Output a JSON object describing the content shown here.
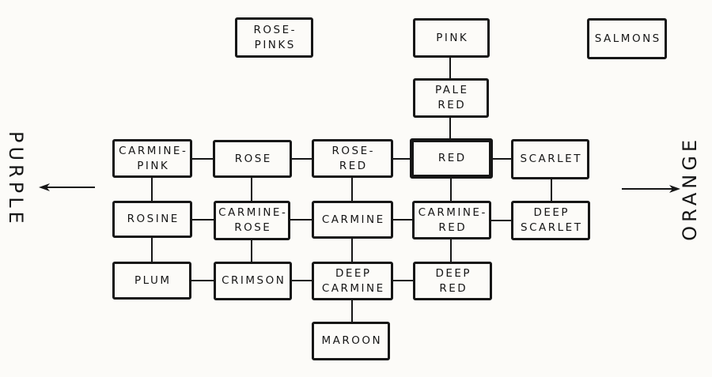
{
  "figure": {
    "type": "diagram",
    "background": "#fcfbf8",
    "ink": "#161616",
    "left_label": "PURPLE",
    "right_label": "ORANGE",
    "highlighted_node": "RED"
  },
  "nodes": [
    {
      "id": "rose-pinks",
      "lines": [
        "ROSE-",
        "PINKS"
      ]
    },
    {
      "id": "pink",
      "lines": [
        "PINK"
      ]
    },
    {
      "id": "salmons",
      "lines": [
        "SALMONS"
      ]
    },
    {
      "id": "pale-red",
      "lines": [
        "PALE",
        "RED"
      ]
    },
    {
      "id": "carmine-pink",
      "lines": [
        "CARMINE-",
        "PINK"
      ]
    },
    {
      "id": "rose",
      "lines": [
        "ROSE"
      ]
    },
    {
      "id": "rose-red",
      "lines": [
        "ROSE-",
        "RED"
      ]
    },
    {
      "id": "red",
      "lines": [
        "RED"
      ]
    },
    {
      "id": "scarlet",
      "lines": [
        "SCARLET"
      ]
    },
    {
      "id": "rosine",
      "lines": [
        "ROSINE"
      ]
    },
    {
      "id": "carmine-rose",
      "lines": [
        "CARMINE-",
        "ROSE"
      ]
    },
    {
      "id": "carmine",
      "lines": [
        "CARMINE"
      ]
    },
    {
      "id": "carmine-red",
      "lines": [
        "CARMINE-",
        "RED"
      ]
    },
    {
      "id": "deep-scarlet",
      "lines": [
        "DEEP",
        "SCARLET"
      ]
    },
    {
      "id": "plum",
      "lines": [
        "PLUM"
      ]
    },
    {
      "id": "crimson",
      "lines": [
        "CRIMSON"
      ]
    },
    {
      "id": "deep-carmine",
      "lines": [
        "DEEP",
        "CARMINE"
      ]
    },
    {
      "id": "deep-red",
      "lines": [
        "DEEP",
        "RED"
      ]
    },
    {
      "id": "maroon",
      "lines": [
        "MAROON"
      ]
    }
  ],
  "edges": [
    {
      "from": "pink",
      "to": "pale-red"
    },
    {
      "from": "pale-red",
      "to": "red"
    },
    {
      "from": "red",
      "to": "carmine-red"
    },
    {
      "from": "carmine-red",
      "to": "deep-red"
    },
    {
      "from": "carmine-pink",
      "to": "rosine"
    },
    {
      "from": "rosine",
      "to": "plum"
    },
    {
      "from": "rose",
      "to": "carmine-rose"
    },
    {
      "from": "carmine-rose",
      "to": "crimson"
    },
    {
      "from": "rose-red",
      "to": "carmine"
    },
    {
      "from": "carmine",
      "to": "deep-carmine"
    },
    {
      "from": "deep-carmine",
      "to": "maroon"
    },
    {
      "from": "scarlet",
      "to": "deep-scarlet"
    },
    {
      "from": "carmine-pink",
      "to": "rose"
    },
    {
      "from": "rose",
      "to": "rose-red"
    },
    {
      "from": "rose-red",
      "to": "red"
    },
    {
      "from": "red",
      "to": "scarlet"
    },
    {
      "from": "rosine",
      "to": "carmine-rose"
    },
    {
      "from": "carmine-rose",
      "to": "carmine"
    },
    {
      "from": "carmine",
      "to": "carmine-red"
    },
    {
      "from": "carmine-red",
      "to": "deep-scarlet"
    },
    {
      "from": "plum",
      "to": "crimson"
    },
    {
      "from": "crimson",
      "to": "deep-carmine"
    },
    {
      "from": "deep-carmine",
      "to": "deep-red"
    }
  ]
}
